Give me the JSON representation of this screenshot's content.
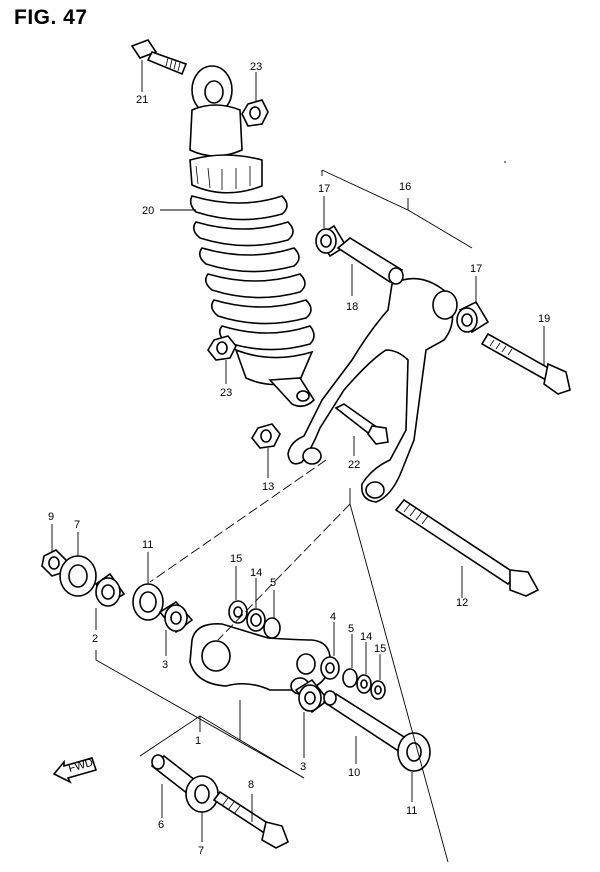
{
  "figure": {
    "title": "FIG. 47"
  },
  "direction_label": "FWD",
  "callouts": {
    "c1": "1",
    "c2": "2",
    "c3a": "3",
    "c3b": "3",
    "c4": "4",
    "c5a": "5",
    "c5b": "5",
    "c6": "6",
    "c7a": "7",
    "c7b": "7",
    "c8": "8",
    "c9": "9",
    "c10": "10",
    "c11a": "11",
    "c11b": "11",
    "c12": "12",
    "c13": "13",
    "c14a": "14",
    "c14b": "14",
    "c15a": "15",
    "c15b": "15",
    "c16": "16",
    "c17a": "17",
    "c17b": "17",
    "c18": "18",
    "c19": "19",
    "c20": "20",
    "c21": "21",
    "c22": "22",
    "c23a": "23",
    "c23b": "23"
  }
}
